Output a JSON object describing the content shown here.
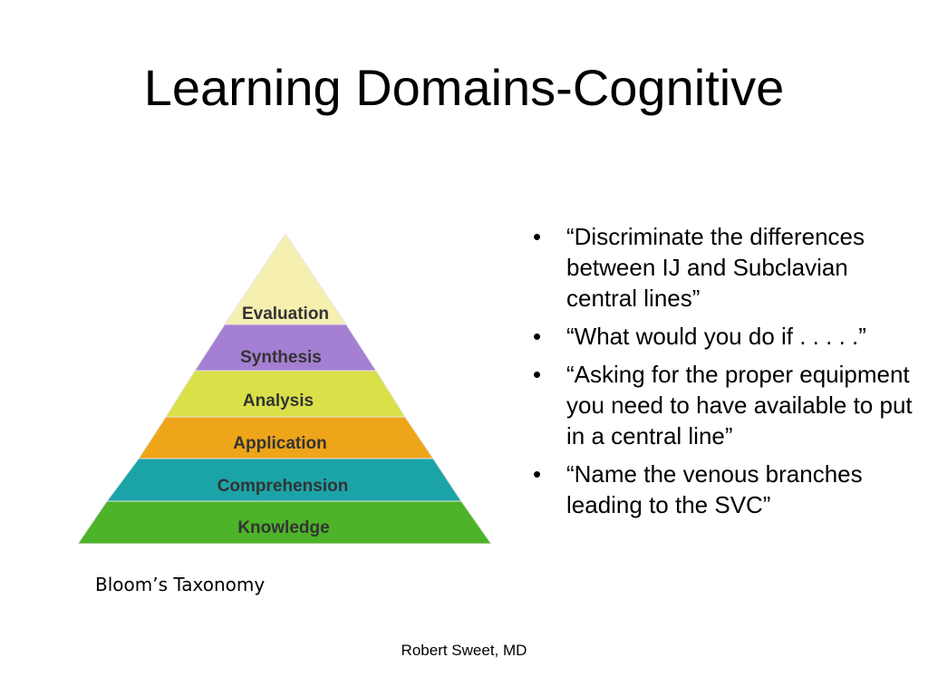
{
  "slide": {
    "title": "Learning Domains-Cognitive",
    "caption": "Bloom’s Taxonomy",
    "footer": "Robert Sweet, MD"
  },
  "pyramid": {
    "levels": [
      {
        "label": "Evaluation",
        "color": "#f5efb0"
      },
      {
        "label": "Synthesis",
        "color": "#a57fd3"
      },
      {
        "label": "Analysis",
        "color": "#d9e048"
      },
      {
        "label": "Application",
        "color": "#eea51a"
      },
      {
        "label": "Comprehension",
        "color": "#1ba4a8"
      },
      {
        "label": "Knowledge",
        "color": "#4db328"
      }
    ]
  },
  "bullets": {
    "marker": "•",
    "items": [
      "“Discriminate the differences between IJ and Subclavian central lines”",
      "“What would you do if . . . . .”",
      "“Asking for the proper equipment you need to have available to put in a central line”",
      "“Name the venous branches leading to the SVC”"
    ]
  }
}
